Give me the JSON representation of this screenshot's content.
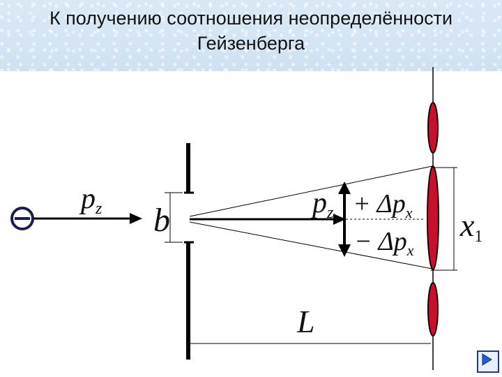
{
  "title": {
    "line1": "К получению соотношения неопределённости",
    "line2": "Гейзенберга"
  },
  "labels": {
    "electron_sign": "−",
    "pz": "p",
    "pz_sub": "z",
    "slit_width": "b",
    "top_plus": "+ Δp",
    "top_plus_sub": "x",
    "bottom_minus": "− Δp",
    "bottom_minus_sub": "x",
    "x1": "x",
    "x1_sub": "1",
    "distance": "L"
  },
  "icons": {
    "next": "play-next-icon"
  },
  "colors": {
    "title_band": "#d6e6f4",
    "diffraction_fill": "#c8102e",
    "nav_border": "#1b3a8a",
    "nav_arrow": "#1f5fd6"
  }
}
